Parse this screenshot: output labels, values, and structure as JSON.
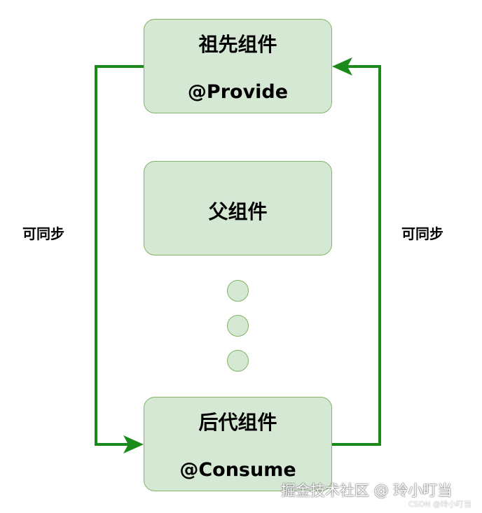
{
  "diagram": {
    "ancestor": {
      "title": "祖先组件",
      "decorator": "@Provide"
    },
    "parent": {
      "title": "父组件"
    },
    "descendant": {
      "title": "后代组件",
      "decorator": "@Consume"
    },
    "left_label": "可同步",
    "right_label": "可同步",
    "ellipsis_dots": 3
  },
  "colors": {
    "box_fill": "#d5e8d4",
    "box_border": "#82b366",
    "arrow": "#1a8a1a"
  },
  "watermark": {
    "main": "掘金技术社区 @ 玲小叮当",
    "small": "CSDN @玲小叮当"
  }
}
